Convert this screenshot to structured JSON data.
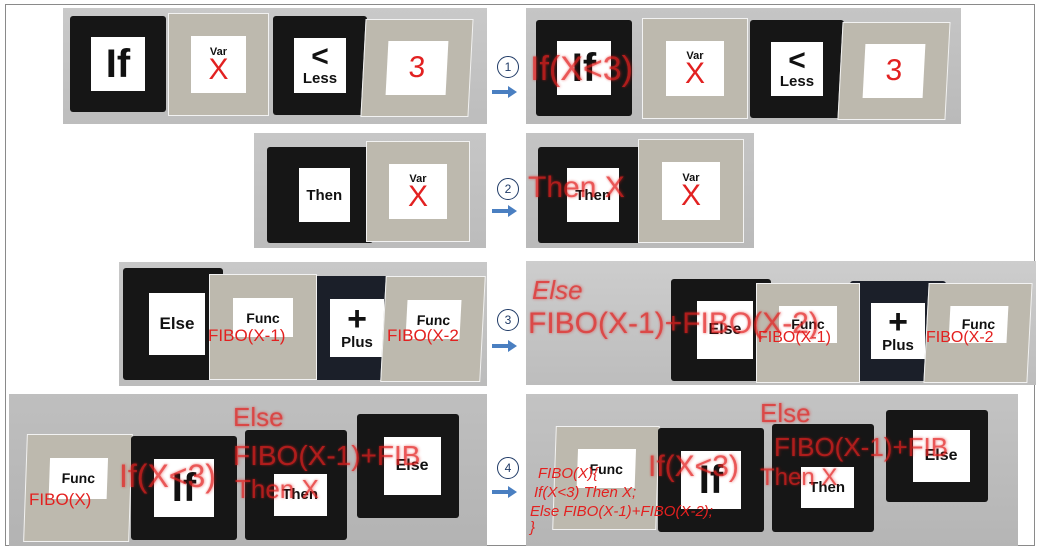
{
  "steps": [
    "1",
    "2",
    "3",
    "4"
  ],
  "cards": {
    "if": "If",
    "var_label": "Var",
    "var_value": "X",
    "less_symbol": "<",
    "less_word": "Less",
    "three": "3",
    "then": "Then",
    "else": "Else",
    "func": "Func",
    "plus_symbol": "+",
    "plus_word": "Plus",
    "fibo_x1": "FIBO(X-1)",
    "fibo_x2": "FIBO(X-2",
    "fibo_x": "FIBO(X)"
  },
  "overlays": {
    "row1": "If(X<3)",
    "row2": "Then X",
    "row3_else": "Else",
    "row3_expr": "FIBO(X-1)+FIBO(X-2)",
    "row4_if": "If(X<3)",
    "row4_then": "Then X",
    "row4_else": "Else",
    "row4_expr": "FIBO(X-1)+FIB",
    "row4_code": [
      "FIBO(X){",
      "If(X<3) Then X;",
      "Else FIBO(X-1)+FIBO(X-2);",
      "}"
    ]
  },
  "colors": {
    "overlay_red": "#e3201f",
    "arrow_blue": "#4a7fc1",
    "card_grey": "#bdb9ae",
    "card_black": "#161616"
  }
}
